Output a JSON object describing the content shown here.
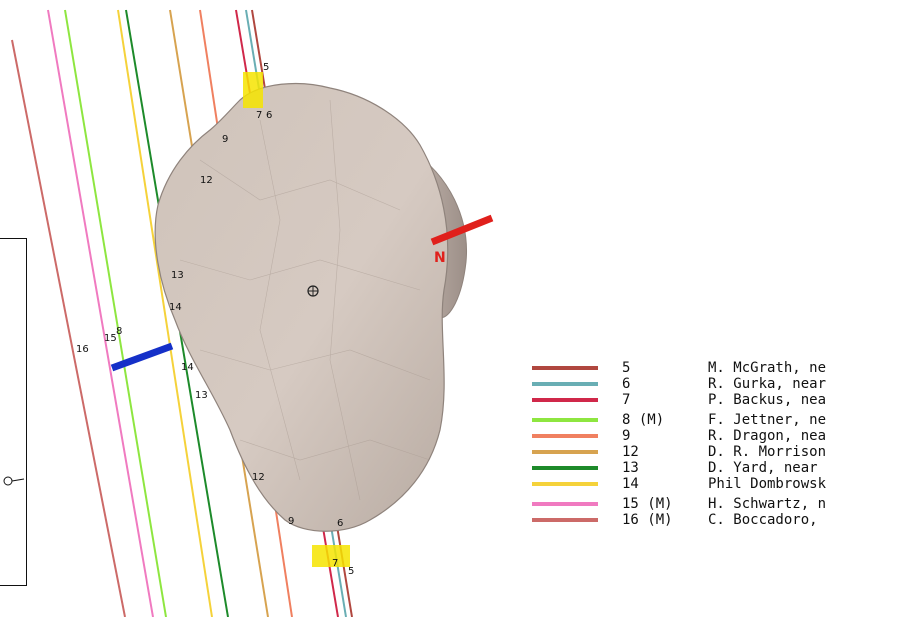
{
  "direction_label": "N",
  "chords": [
    {
      "num": "5",
      "color": "#b0473f"
    },
    {
      "num": "6",
      "color": "#69aeb4"
    },
    {
      "num": "7",
      "color": "#d0284a"
    },
    {
      "num": "8",
      "color": "#8ee640"
    },
    {
      "num": "9",
      "color": "#f08060"
    },
    {
      "num": "12",
      "color": "#d7a350"
    },
    {
      "num": "13",
      "color": "#1d8a2a"
    },
    {
      "num": "14",
      "color": "#f5d23a"
    },
    {
      "num": "15",
      "color": "#f07ac0"
    },
    {
      "num": "16",
      "color": "#cc6a68"
    }
  ],
  "legend": [
    {
      "num": "5",
      "name": "M. McGrath, ne",
      "color": "#b0473f"
    },
    {
      "num": "6",
      "name": "R. Gurka, near",
      "color": "#69aeb4"
    },
    {
      "num": "7",
      "name": "P. Backus, nea",
      "color": "#d0284a"
    },
    {
      "num": "8 (M)",
      "name": "F. Jettner, ne",
      "color": "#8ee640"
    },
    {
      "num": "9",
      "name": "R. Dragon, nea",
      "color": "#f08060"
    },
    {
      "num": "12",
      "name": "D. R. Morrison",
      "color": "#d7a350"
    },
    {
      "num": "13",
      "name": "D. Yard, near",
      "color": "#1d8a2a"
    },
    {
      "num": "14",
      "name": "Phil Dombrowsk",
      "color": "#f5d23a"
    },
    {
      "num": "15 (M)",
      "name": "H. Schwartz, n",
      "color": "#f07ac0"
    },
    {
      "num": "16 (M)",
      "name": "C. Boccadoro,",
      "color": "#cc6a68"
    }
  ],
  "scene_labels": {
    "l5_top": "5",
    "l7_top": "7",
    "l6_top": "6",
    "l9_top": "9",
    "l12_top": "12",
    "l13_mid": "13",
    "l14_mid": "14",
    "l15": "15",
    "l8": "8",
    "l16": "16",
    "l14_low": "14",
    "l13_low": "13",
    "l12_bot": "12",
    "l9_bot": "9",
    "l6_bot": "6",
    "l7_bot": "7",
    "l5_bot": "5"
  }
}
